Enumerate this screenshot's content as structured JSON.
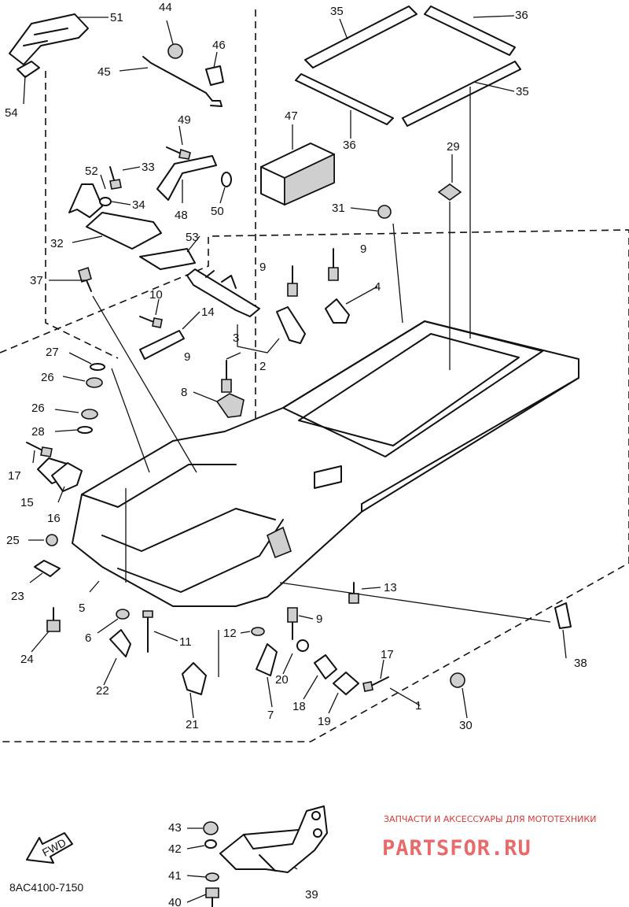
{
  "diagram_code": "8AC4100-7150",
  "fwd_label": "FWD",
  "watermark": {
    "tagline": "ЗАПЧАСТИ И АКСЕССУАРЫ ДЛЯ МОТОТЕХНИКИ",
    "brand": "PARTSFOR.RU"
  },
  "colors": {
    "ink": "#111111",
    "watermark": "#e86a6a"
  },
  "callouts": [
    {
      "n": "51"
    },
    {
      "n": "54"
    },
    {
      "n": "44"
    },
    {
      "n": "46"
    },
    {
      "n": "45"
    },
    {
      "n": "35"
    },
    {
      "n": "36"
    },
    {
      "n": "35"
    },
    {
      "n": "36"
    },
    {
      "n": "47"
    },
    {
      "n": "29"
    },
    {
      "n": "49"
    },
    {
      "n": "52"
    },
    {
      "n": "33"
    },
    {
      "n": "34"
    },
    {
      "n": "48"
    },
    {
      "n": "50"
    },
    {
      "n": "31"
    },
    {
      "n": "32"
    },
    {
      "n": "53"
    },
    {
      "n": "9"
    },
    {
      "n": "9"
    },
    {
      "n": "37"
    },
    {
      "n": "4"
    },
    {
      "n": "10"
    },
    {
      "n": "14"
    },
    {
      "n": "3"
    },
    {
      "n": "2"
    },
    {
      "n": "9"
    },
    {
      "n": "27"
    },
    {
      "n": "26"
    },
    {
      "n": "8"
    },
    {
      "n": "26"
    },
    {
      "n": "28"
    },
    {
      "n": "17"
    },
    {
      "n": "15"
    },
    {
      "n": "16"
    },
    {
      "n": "25"
    },
    {
      "n": "23"
    },
    {
      "n": "5"
    },
    {
      "n": "13"
    },
    {
      "n": "9"
    },
    {
      "n": "6"
    },
    {
      "n": "11"
    },
    {
      "n": "12"
    },
    {
      "n": "38"
    },
    {
      "n": "24"
    },
    {
      "n": "22"
    },
    {
      "n": "17"
    },
    {
      "n": "20"
    },
    {
      "n": "18"
    },
    {
      "n": "1"
    },
    {
      "n": "19"
    },
    {
      "n": "30"
    },
    {
      "n": "7"
    },
    {
      "n": "21"
    },
    {
      "n": "43"
    },
    {
      "n": "42"
    },
    {
      "n": "41"
    },
    {
      "n": "39"
    },
    {
      "n": "40"
    }
  ]
}
